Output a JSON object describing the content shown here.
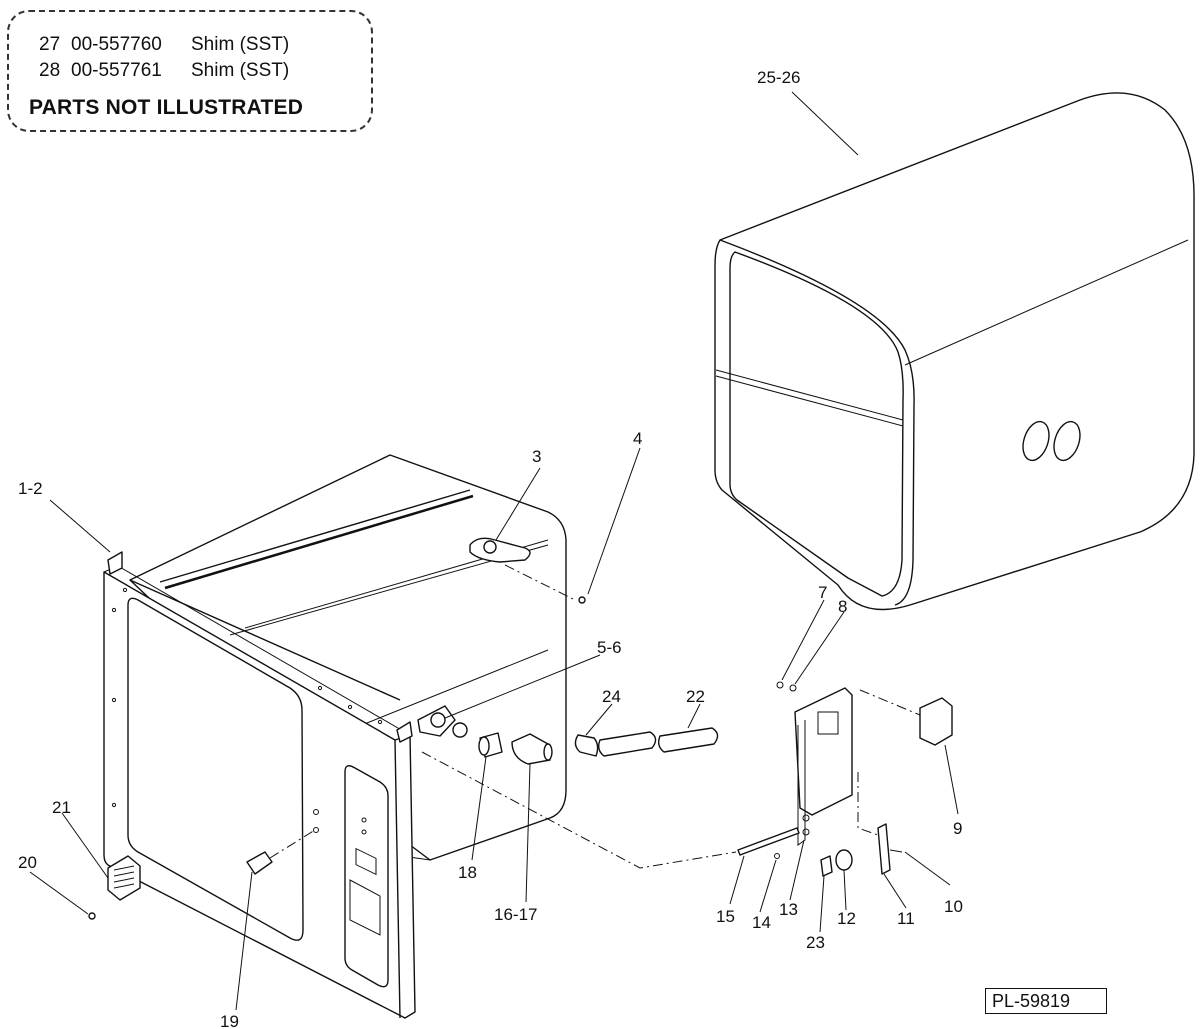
{
  "legend": {
    "rows": [
      {
        "item": "27",
        "part_number": "00-557760",
        "description": "Shim (SST)"
      },
      {
        "item": "28",
        "part_number": "00-557761",
        "description": "Shim (SST)"
      }
    ],
    "title": "PARTS NOT ILLUSTRATED"
  },
  "plate_label": "PL-59819",
  "callouts": {
    "c1_2": "1-2",
    "c3": "3",
    "c4": "4",
    "c5_6": "5-6",
    "c7": "7",
    "c8": "8",
    "c9": "9",
    "c10": "10",
    "c11": "11",
    "c12": "12",
    "c13": "13",
    "c14": "14",
    "c15": "15",
    "c16_17": "16-17",
    "c18": "18",
    "c19": "19",
    "c20": "20",
    "c21": "21",
    "c22": "22",
    "c23": "23",
    "c24": "24",
    "c25_26": "25-26"
  }
}
